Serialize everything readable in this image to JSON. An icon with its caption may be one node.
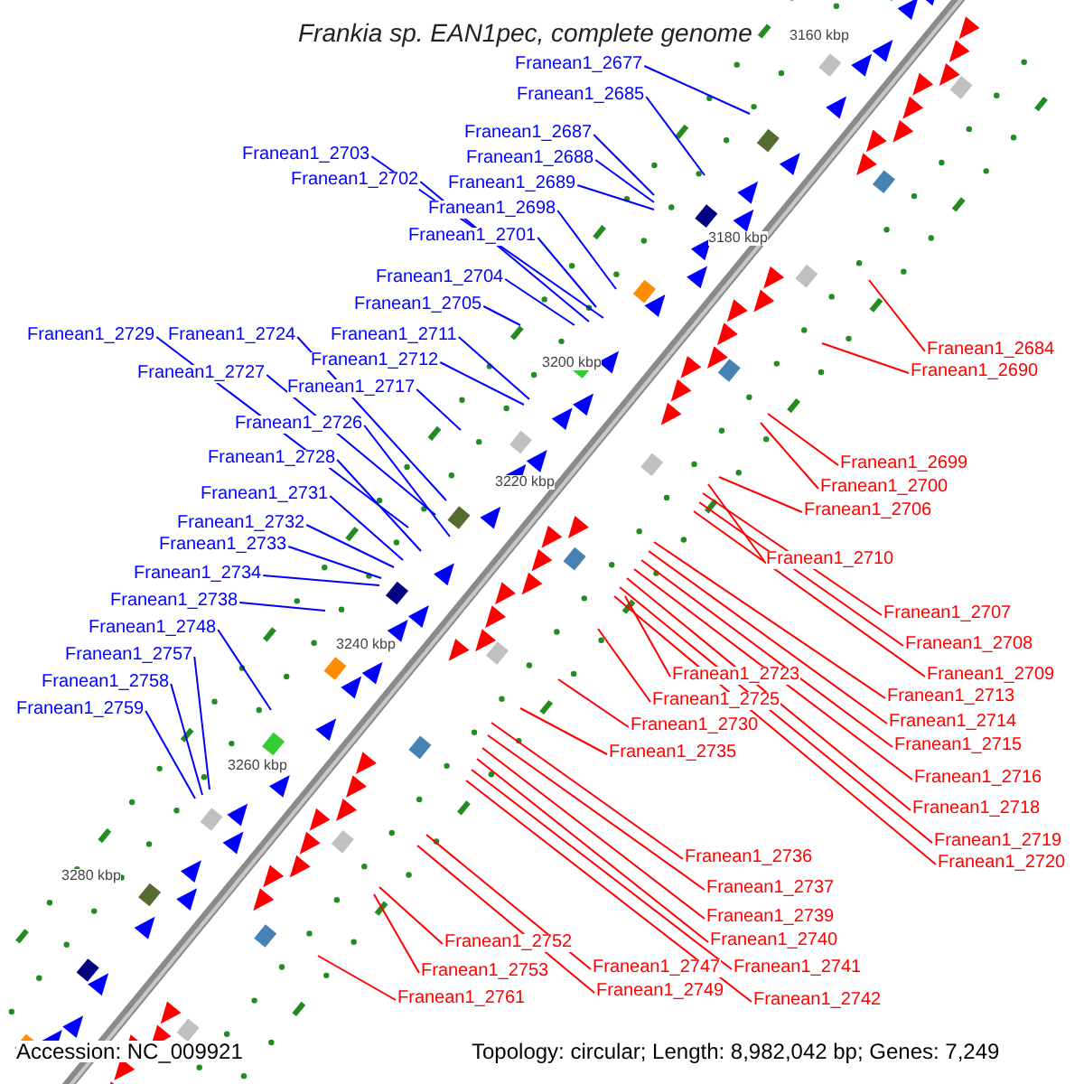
{
  "diagram": {
    "title": "Frankia sp. EAN1pec, complete genome",
    "nodes": [
      {
        "text": [
          "Franean1_2677"
        ]
      },
      {
        "text": [
          "Franean1_2685"
        ]
      },
      {
        "text": [
          "Franean1_2687"
        ]
      },
      {
        "text": [
          "Franean1_2688"
        ]
      },
      {
        "text": [
          "Franean1_2689"
        ]
      },
      {
        "text": [
          "Franean1_2698"
        ]
      },
      {
        "text": [
          "Franean1_2703"
        ]
      },
      {
        "text": [
          "Franean1_2702"
        ]
      },
      {
        "text": [
          "Franean1_2701"
        ]
      },
      {
        "text": [
          "Franean1_2704"
        ]
      },
      {
        "text": [
          "Franean1_2705"
        ]
      },
      {
        "text": [
          "Franean1_2729"
        ]
      },
      {
        "text": [
          "Franean1_2724"
        ]
      },
      {
        "text": [
          "Franean1_2711"
        ]
      },
      {
        "text": [
          "Franean1_2712"
        ]
      },
      {
        "text": [
          "Franean1_2727"
        ]
      },
      {
        "text": [
          "Franean1_2717"
        ]
      },
      {
        "text": [
          "Franean1_2726"
        ]
      },
      {
        "text": [
          "Franean1_2728"
        ]
      },
      {
        "text": [
          "Franean1_2731"
        ]
      },
      {
        "text": [
          "Franean1_2732"
        ]
      },
      {
        "text": [
          "Franean1_2733"
        ]
      },
      {
        "text": [
          "Franean1_2734"
        ]
      },
      {
        "text": [
          "Franean1_2738"
        ]
      },
      {
        "text": [
          "Franean1_2748"
        ]
      },
      {
        "text": [
          "Franean1_2757"
        ]
      },
      {
        "text": [
          "Franean1_2758"
        ]
      },
      {
        "text": [
          "Franean1_2759"
        ]
      },
      {
        "text": [
          "Franean1_2684"
        ]
      },
      {
        "text": [
          "Franean1_2690"
        ]
      },
      {
        "text": [
          "Franean1_2699"
        ]
      },
      {
        "text": [
          "Franean1_2700"
        ]
      },
      {
        "text": [
          "Franean1_2706"
        ]
      },
      {
        "text": [
          "Franean1_2710"
        ]
      },
      {
        "text": [
          "Franean1_2707"
        ]
      },
      {
        "text": [
          "Franean1_2708"
        ]
      },
      {
        "text": [
          "Franean1_2709"
        ]
      },
      {
        "text": [
          "Franean1_2713"
        ]
      },
      {
        "text": [
          "Franean1_2714"
        ]
      },
      {
        "text": [
          "Franean1_2715"
        ]
      },
      {
        "text": [
          "Franean1_2716"
        ]
      },
      {
        "text": [
          "Franean1_2718"
        ]
      },
      {
        "text": [
          "Franean1_2719"
        ]
      },
      {
        "text": [
          "Franean1_2720"
        ]
      },
      {
        "text": [
          "Franean1_2723"
        ]
      },
      {
        "text": [
          "Franean1_2725"
        ]
      },
      {
        "text": [
          "Franean1_2730"
        ]
      },
      {
        "text": [
          "Franean1_2735"
        ]
      },
      {
        "text": [
          "Franean1_2736"
        ]
      },
      {
        "text": [
          "Franean1_2737"
        ]
      },
      {
        "text": [
          "Franean1_2739"
        ]
      },
      {
        "text": [
          "Franean1_2740"
        ]
      },
      {
        "text": [
          "Franean1_2741"
        ]
      },
      {
        "text": [
          "Franean1_2742"
        ]
      },
      {
        "text": [
          "Franean1_2747"
        ]
      },
      {
        "text": [
          "Franean1_2749"
        ]
      },
      {
        "text": [
          "Franean1_2752"
        ]
      },
      {
        "text": [
          "Franean1_2753"
        ]
      },
      {
        "text": [
          "Franean1_2761"
        ]
      }
    ],
    "edges": [
      {
        "from": 0,
        "to": null,
        "arrow": "none",
        "color": "#0000ff"
      },
      {
        "from": 1,
        "to": null,
        "arrow": "none",
        "color": "#0000ff"
      },
      {
        "from": 2,
        "to": null,
        "arrow": "none",
        "color": "#0000ff"
      },
      {
        "from": 3,
        "to": null,
        "arrow": "none",
        "color": "#0000ff"
      },
      {
        "from": 4,
        "to": null,
        "arrow": "none",
        "color": "#0000ff"
      },
      {
        "from": 5,
        "to": null,
        "arrow": "none",
        "color": "#0000ff"
      },
      {
        "from": 6,
        "to": null,
        "arrow": "none",
        "color": "#0000ff"
      },
      {
        "from": 7,
        "to": null,
        "arrow": "none",
        "color": "#0000ff"
      },
      {
        "from": 8,
        "to": null,
        "arrow": "none",
        "color": "#0000ff"
      },
      {
        "from": 9,
        "to": null,
        "arrow": "none",
        "color": "#0000ff"
      },
      {
        "from": 10,
        "to": null,
        "arrow": "none",
        "color": "#0000ff"
      },
      {
        "from": 11,
        "to": null,
        "arrow": "none",
        "color": "#0000ff"
      },
      {
        "from": 12,
        "to": null,
        "arrow": "none",
        "color": "#0000ff"
      },
      {
        "from": 13,
        "to": null,
        "arrow": "none",
        "color": "#0000ff"
      },
      {
        "from": 14,
        "to": null,
        "arrow": "none",
        "color": "#0000ff"
      },
      {
        "from": 15,
        "to": null,
        "arrow": "none",
        "color": "#0000ff"
      },
      {
        "from": 16,
        "to": null,
        "arrow": "none",
        "color": "#0000ff"
      },
      {
        "from": 17,
        "to": null,
        "arrow": "none",
        "color": "#0000ff"
      },
      {
        "from": 18,
        "to": null,
        "arrow": "none",
        "color": "#0000ff"
      },
      {
        "from": 19,
        "to": null,
        "arrow": "none",
        "color": "#0000ff"
      },
      {
        "from": 20,
        "to": null,
        "arrow": "none",
        "color": "#0000ff"
      },
      {
        "from": 21,
        "to": null,
        "arrow": "none",
        "color": "#0000ff"
      },
      {
        "from": 22,
        "to": null,
        "arrow": "none",
        "color": "#0000ff"
      },
      {
        "from": 23,
        "to": null,
        "arrow": "none",
        "color": "#0000ff"
      },
      {
        "from": 24,
        "to": null,
        "arrow": "none",
        "color": "#0000ff"
      },
      {
        "from": 25,
        "to": null,
        "arrow": "none",
        "color": "#0000ff"
      },
      {
        "from": 26,
        "to": null,
        "arrow": "none",
        "color": "#0000ff"
      },
      {
        "from": 27,
        "to": null,
        "arrow": "none",
        "color": "#0000ff"
      },
      {
        "from": 28,
        "to": null,
        "arrow": "none"
      },
      {
        "from": 29,
        "to": null,
        "arrow": "none"
      },
      {
        "from": 30,
        "to": null,
        "arrow": "none"
      },
      {
        "from": 31,
        "to": null,
        "arrow": "none"
      },
      {
        "from": 32,
        "to": null,
        "arrow": "none"
      },
      {
        "from": 33,
        "to": null,
        "arrow": "none"
      },
      {
        "from": 34,
        "to": null,
        "arrow": "none"
      },
      {
        "from": 35,
        "to": null,
        "arrow": "none"
      },
      {
        "from": 36,
        "to": null,
        "arrow": "none"
      },
      {
        "from": 37,
        "to": null,
        "arrow": "none"
      },
      {
        "from": 38,
        "to": null,
        "arrow": "none"
      },
      {
        "from": 39,
        "to": null,
        "arrow": "none"
      },
      {
        "from": 40,
        "to": null,
        "arrow": "none"
      },
      {
        "from": 41,
        "to": null,
        "arrow": "none"
      },
      {
        "from": 42,
        "to": null,
        "arrow": "none"
      },
      {
        "from": 43,
        "to": null,
        "arrow": "none"
      },
      {
        "from": 44,
        "to": null,
        "arrow": "none"
      },
      {
        "from": 45,
        "to": null,
        "arrow": "none"
      },
      {
        "from": 46,
        "to": null,
        "arrow": "none"
      },
      {
        "from": 47,
        "to": null,
        "arrow": "none"
      },
      {
        "from": 48,
        "to": null,
        "arrow": "none"
      },
      {
        "from": 49,
        "to": null,
        "arrow": "none"
      },
      {
        "from": 50,
        "to": null,
        "arrow": "none"
      },
      {
        "from": 51,
        "to": null,
        "arrow": "none"
      },
      {
        "from": 52,
        "to": null,
        "arrow": "none"
      },
      {
        "from": 53,
        "to": null,
        "arrow": "none"
      },
      {
        "from": 54,
        "to": null,
        "arrow": "none"
      },
      {
        "from": 55,
        "to": null,
        "arrow": "none"
      },
      {
        "from": 56,
        "to": null,
        "arrow": "none"
      },
      {
        "from": 57,
        "to": null,
        "arrow": "none"
      },
      {
        "from": 58,
        "to": null,
        "arrow": "none"
      }
    ],
    "labels": [
      "3160 kbp",
      "3180 kbp",
      "3200 kbp",
      "3220 kbp",
      "3240 kbp",
      "3260 kbp",
      "3280 kbp",
      "Accession: NC_009921",
      "Topology: circular; Length: 8,982,042 bp; Genes: 7,249"
    ]
  }
}
